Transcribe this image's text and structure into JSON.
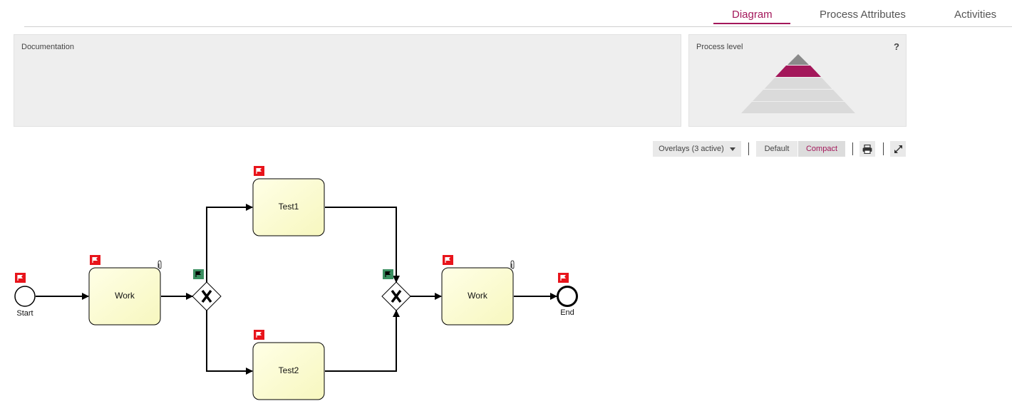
{
  "tabs": [
    {
      "label": "Diagram",
      "active": true
    },
    {
      "label": "Process Attributes",
      "active": false
    },
    {
      "label": "Activities",
      "active": false
    }
  ],
  "documentation": {
    "label": "Documentation"
  },
  "process_level": {
    "label": "Process level",
    "help": "?",
    "active_level": 2,
    "active_color": "#a3175a",
    "top_color": "#8a8a8a"
  },
  "toolbar": {
    "overlays_label": "Overlays (3 active)",
    "default_label": "Default",
    "compact_label": "Compact",
    "active_view": "Compact",
    "print_icon": "print-icon",
    "fullscreen_icon": "expand-icon"
  },
  "diagram": {
    "start_label": "Start",
    "end_label": "End",
    "work1_label": "Work",
    "test1_label": "Test1",
    "test2_label": "Test2",
    "work2_label": "Work",
    "flag_red": "#e8141b",
    "flag_green": "#3a8f60",
    "task_fill": "#ffffe0"
  }
}
